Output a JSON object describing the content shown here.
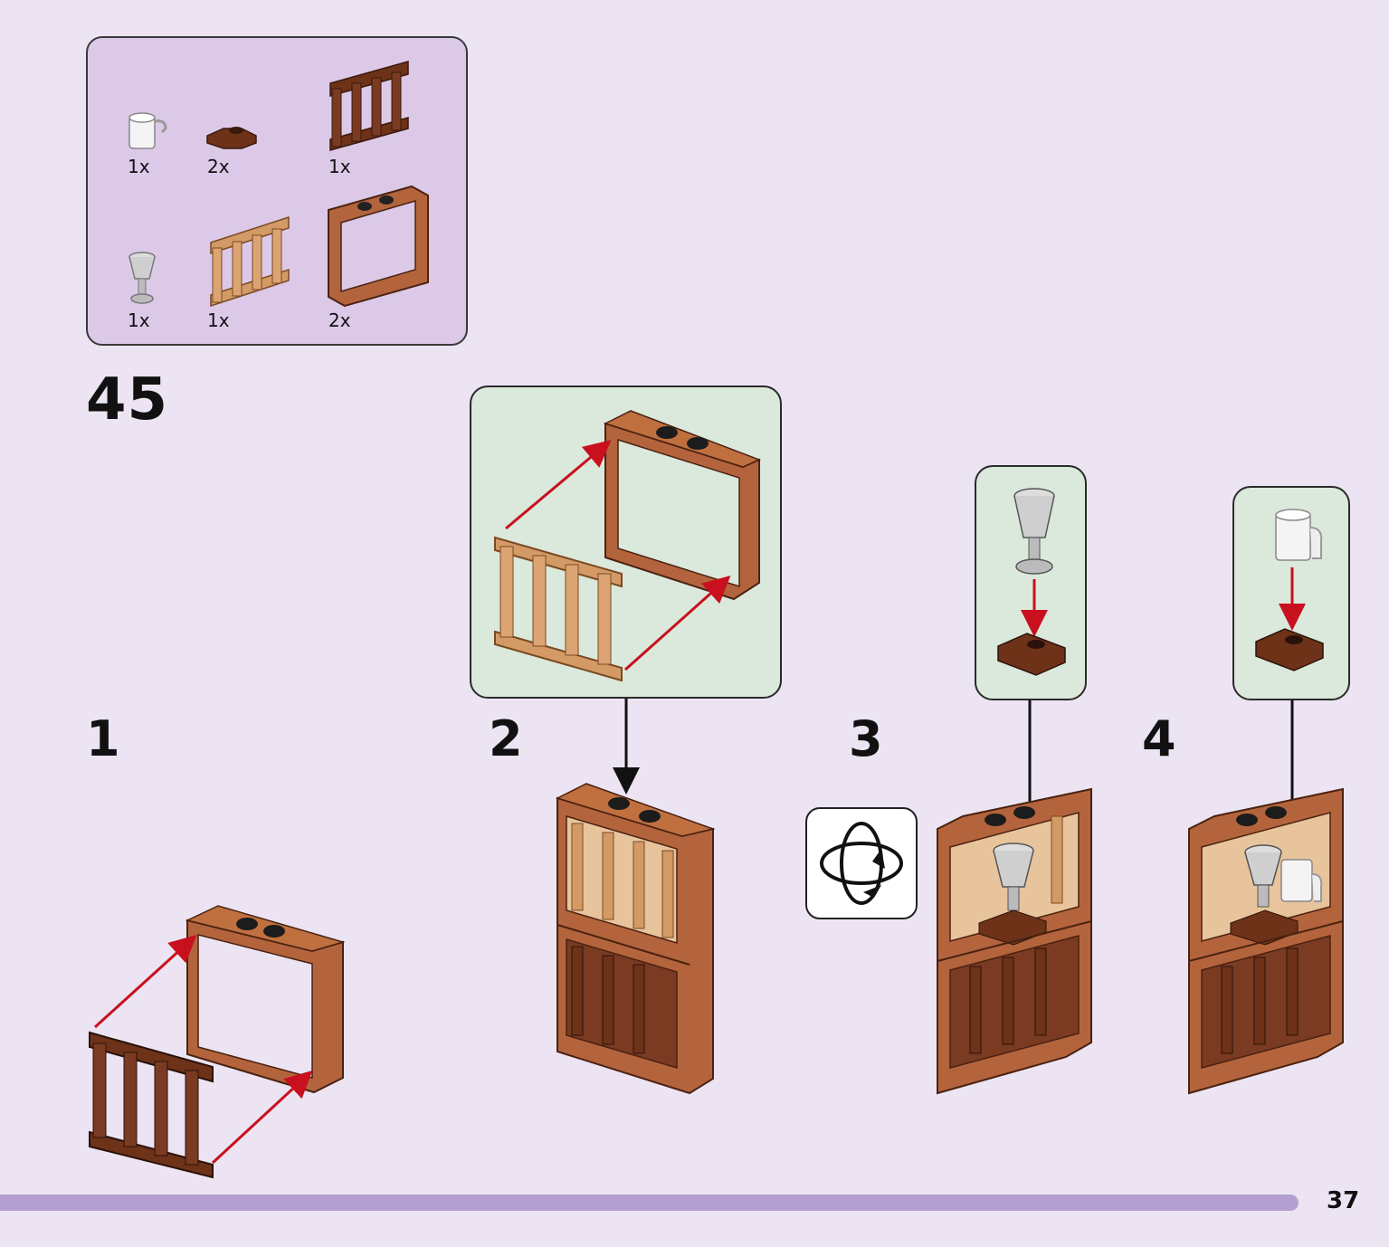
{
  "step_number": "45",
  "page_number": "37",
  "parts": [
    {
      "icon": "glass-mug-icon",
      "qty": "1x"
    },
    {
      "icon": "clip-plate-icon",
      "qty": "2x"
    },
    {
      "icon": "dark-fence-icon",
      "qty": "1x"
    },
    {
      "icon": "goblet-icon",
      "qty": "1x"
    },
    {
      "icon": "light-fence-icon",
      "qty": "1x"
    },
    {
      "icon": "window-frame-icon",
      "qty": "2x"
    }
  ],
  "substeps": [
    "1",
    "2",
    "3",
    "4"
  ],
  "colors": {
    "background": "#ece4f3",
    "parts_box": "#dcc9e8",
    "callout": "#dbe8dc",
    "frame_brown": "#b4643c",
    "dark_brown": "#7a3b22",
    "light_wood": "#d49a66",
    "red_arrow": "#c8101e",
    "footer_bar": "#b3a0d0"
  }
}
